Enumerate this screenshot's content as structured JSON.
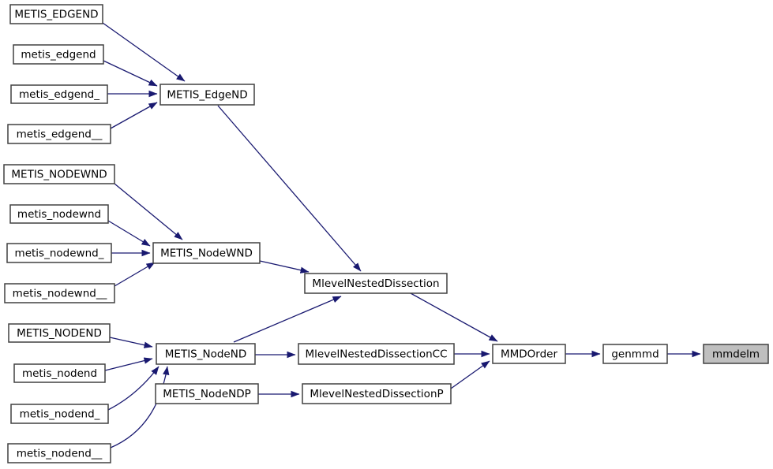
{
  "graph": {
    "kind": "call-graph",
    "colors": {
      "background": "#ffffff",
      "edge": "#191970",
      "node_border": "#404040",
      "node_fill": "#ffffff",
      "highlight_fill": "#bfbfbf",
      "text": "#000000"
    },
    "nodes": {
      "METIS_EDGEND": {
        "label": "METIS_EDGEND"
      },
      "metis_edgend": {
        "label": "metis_edgend"
      },
      "metis_edgend_": {
        "label": "metis_edgend_"
      },
      "metis_edgend__": {
        "label": "metis_edgend__"
      },
      "METIS_NODEWND": {
        "label": "METIS_NODEWND"
      },
      "metis_nodewnd": {
        "label": "metis_nodewnd"
      },
      "metis_nodewnd_": {
        "label": "metis_nodewnd_"
      },
      "metis_nodewnd__": {
        "label": "metis_nodewnd__"
      },
      "METIS_NODEND": {
        "label": "METIS_NODEND"
      },
      "metis_nodend": {
        "label": "metis_nodend"
      },
      "metis_nodend_": {
        "label": "metis_nodend_"
      },
      "metis_nodend__": {
        "label": "metis_nodend__"
      },
      "METIS_EdgeND": {
        "label": "METIS_EdgeND"
      },
      "METIS_NodeWND": {
        "label": "METIS_NodeWND"
      },
      "METIS_NodeND": {
        "label": "METIS_NodeND"
      },
      "METIS_NodeNDP": {
        "label": "METIS_NodeNDP"
      },
      "MlevelNestedDissection": {
        "label": "MlevelNestedDissection"
      },
      "MlevelNestedDissectionCC": {
        "label": "MlevelNestedDissectionCC"
      },
      "MlevelNestedDissectionP": {
        "label": "MlevelNestedDissectionP"
      },
      "MMDOrder": {
        "label": "MMDOrder"
      },
      "genmmd": {
        "label": "genmmd"
      },
      "mmdelm": {
        "label": "mmdelm",
        "highlighted": true
      }
    },
    "edges": [
      {
        "from": "METIS_EDGEND",
        "to": "METIS_EdgeND"
      },
      {
        "from": "metis_edgend",
        "to": "METIS_EdgeND"
      },
      {
        "from": "metis_edgend_",
        "to": "METIS_EdgeND"
      },
      {
        "from": "metis_edgend__",
        "to": "METIS_EdgeND"
      },
      {
        "from": "METIS_NODEWND",
        "to": "METIS_NodeWND"
      },
      {
        "from": "metis_nodewnd",
        "to": "METIS_NodeWND"
      },
      {
        "from": "metis_nodewnd_",
        "to": "METIS_NodeWND"
      },
      {
        "from": "metis_nodewnd__",
        "to": "METIS_NodeWND"
      },
      {
        "from": "METIS_NODEND",
        "to": "METIS_NodeND"
      },
      {
        "from": "metis_nodend",
        "to": "METIS_NodeND"
      },
      {
        "from": "metis_nodend_",
        "to": "METIS_NodeND"
      },
      {
        "from": "metis_nodend__",
        "to": "METIS_NodeND"
      },
      {
        "from": "METIS_EdgeND",
        "to": "MlevelNestedDissection"
      },
      {
        "from": "METIS_NodeWND",
        "to": "MlevelNestedDissection"
      },
      {
        "from": "METIS_NodeND",
        "to": "MlevelNestedDissection"
      },
      {
        "from": "METIS_NodeND",
        "to": "MlevelNestedDissectionCC"
      },
      {
        "from": "METIS_NodeNDP",
        "to": "MlevelNestedDissectionP"
      },
      {
        "from": "MlevelNestedDissection",
        "to": "MMDOrder"
      },
      {
        "from": "MlevelNestedDissectionCC",
        "to": "MMDOrder"
      },
      {
        "from": "MlevelNestedDissectionP",
        "to": "MMDOrder"
      },
      {
        "from": "MMDOrder",
        "to": "genmmd"
      },
      {
        "from": "genmmd",
        "to": "mmdelm"
      }
    ]
  }
}
